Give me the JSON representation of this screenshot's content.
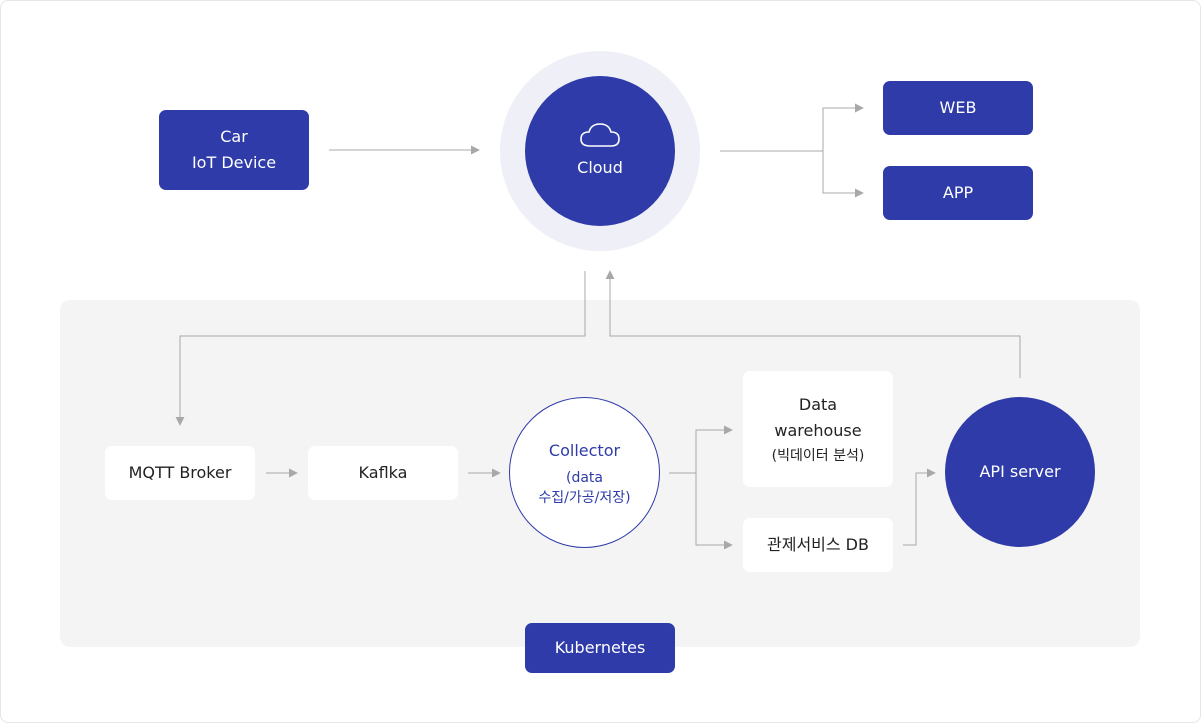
{
  "nodes": {
    "car_device": [
      "Car",
      "IoT Device"
    ],
    "cloud": "Cloud",
    "web": "WEB",
    "app": "APP",
    "mqtt_broker": "MQTT Broker",
    "kafka": "Kaflka",
    "collector": {
      "title": "Collector",
      "lines": [
        "(data",
        "수집/가공/저장)"
      ]
    },
    "data_warehouse": {
      "lines": [
        "Data",
        "warehouse"
      ],
      "sub": "(빅데이터 분석)"
    },
    "control_db": "관제서비스 DB",
    "api_server": "API server",
    "kubernetes": "Kubernetes"
  },
  "colors": {
    "primary": "#2e3ba8",
    "halo": "#eff0f7",
    "panel": "#f4f4f5",
    "connector": "#a8a8a8"
  },
  "icons": {
    "cloud": "cloud-icon",
    "arrowhead": "arrow-head"
  }
}
